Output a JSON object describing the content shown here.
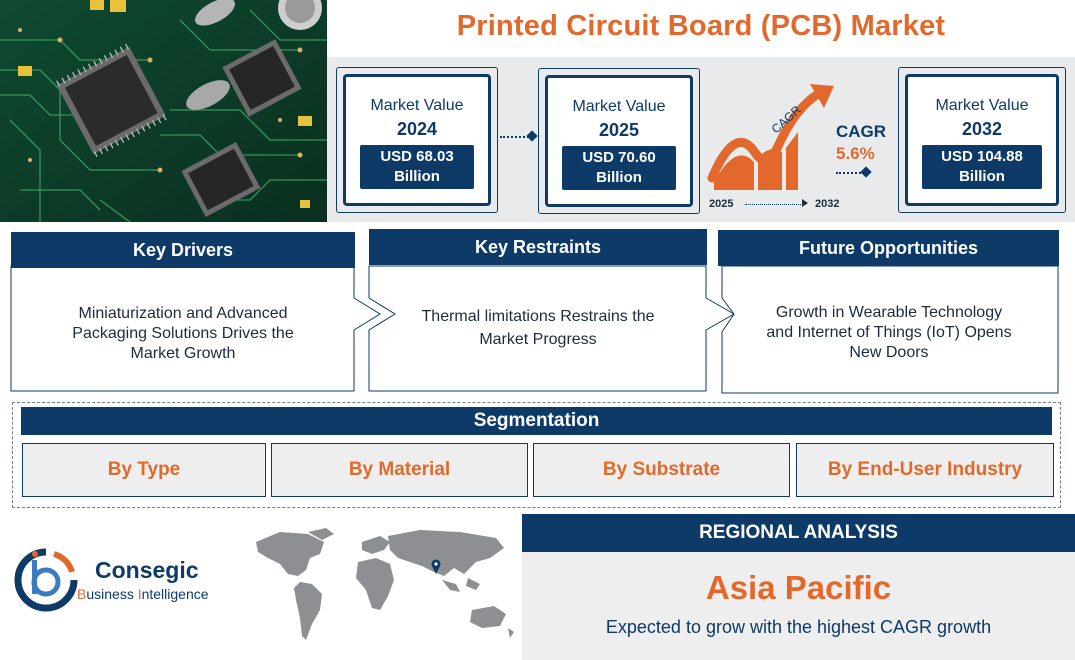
{
  "title": "Printed Circuit Board (PCB) Market",
  "market_values": [
    {
      "label": "Market Value",
      "year": "2024",
      "value_line1": "USD 68.03",
      "value_line2": "Billion"
    },
    {
      "label": "Market Value",
      "year": "2025",
      "value_line1": "USD 70.60",
      "value_line2": "Billion"
    },
    {
      "label": "Market Value",
      "year": "2032",
      "value_line1": "USD 104.88",
      "value_line2": "Billion"
    }
  ],
  "cagr": {
    "arrow_label": "CAGR",
    "title": "CAGR",
    "value": "5.6%",
    "start_year": "2025",
    "end_year": "2032"
  },
  "key_sections": [
    {
      "title": "Key Drivers",
      "lines": [
        "Miniaturization and Advanced",
        "Packaging Solutions Drives the",
        "Market Growth"
      ]
    },
    {
      "title": "Key Restraints",
      "lines": [
        "Thermal limitations Restrains the",
        "Market Progress"
      ]
    },
    {
      "title": "Future Opportunities",
      "lines": [
        "Growth in Wearable Technology",
        "and Internet of Things (IoT) Opens",
        "New Doors"
      ]
    }
  ],
  "segmentation": {
    "title": "Segmentation",
    "items": [
      "By Type",
      "By Material",
      "By Substrate",
      "By End-User Industry"
    ]
  },
  "logo": {
    "name": "Consegic",
    "tagline_parts": [
      "B",
      "usiness ",
      "I",
      "ntelligence"
    ]
  },
  "regional": {
    "title": "REGIONAL ANALYSIS",
    "region": "Asia Pacific",
    "description": "Expected to grow with the highest CAGR growth"
  },
  "colors": {
    "navy": "#0d3a66",
    "orange": "#e2692b",
    "band_gray": "#e9eaec",
    "pcb_green": "#0b3a26"
  }
}
